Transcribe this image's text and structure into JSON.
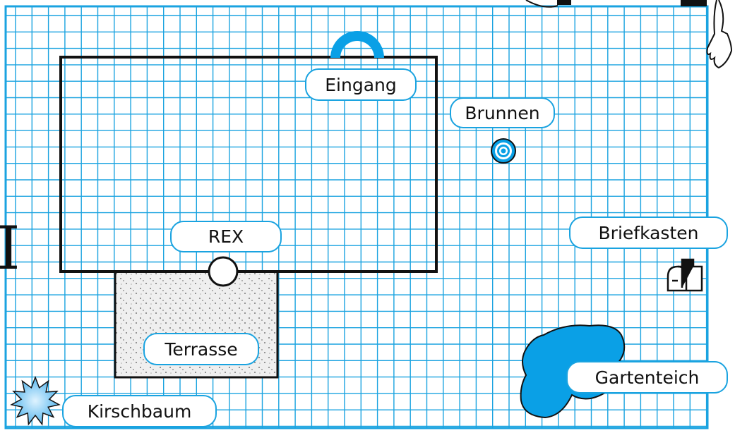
{
  "plan": {
    "grid_color": "#1aa3e0",
    "house_color": "#111111",
    "terrace_fill": "#e8e8e8",
    "pond_color": "#0aa0e6",
    "well_color": "#0aa0e6"
  },
  "labels": {
    "eingang": "Eingang",
    "brunnen": "Brunnen",
    "rex": "REX",
    "briefkasten": "Briefkasten",
    "terrasse": "Terrasse",
    "gartenteich": "Gartenteich",
    "kirschbaum": "Kirschbaum"
  },
  "side_marker": "I",
  "icons": {
    "entrance": "entrance-arch-icon",
    "well": "well-icon",
    "dog": "dog-circle-icon",
    "mailbox": "mailbox-icon",
    "pond": "pond-icon",
    "cherry_tree": "cherry-tree-icon",
    "character": "character-hand-icon"
  }
}
